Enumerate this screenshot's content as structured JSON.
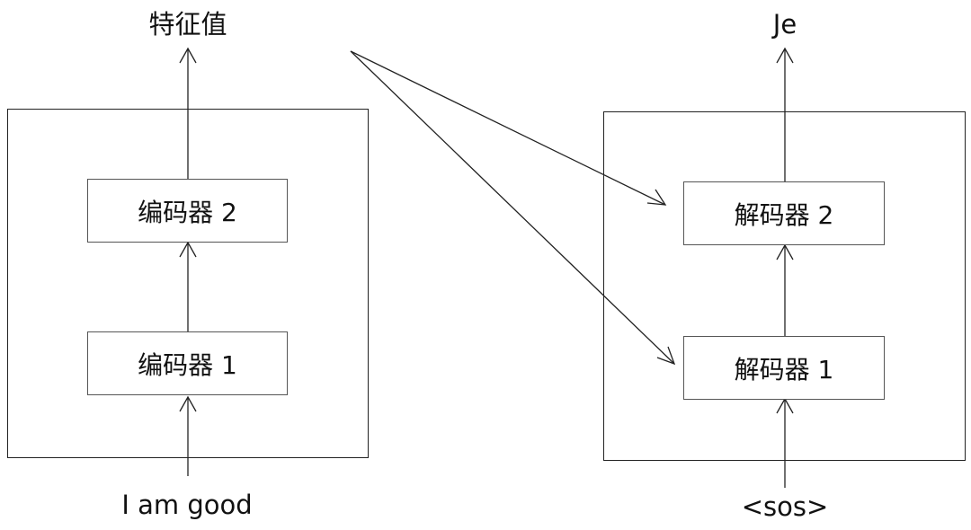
{
  "encoder": {
    "input": "I am good",
    "output": "特征值",
    "blocks": [
      "编码器 1",
      "编码器 2"
    ]
  },
  "decoder": {
    "input": "<sos>",
    "output": "Je",
    "blocks": [
      "解码器 1",
      "解码器 2"
    ]
  },
  "colors": {
    "line": "#222222",
    "block_border": "#555555",
    "text": "#111111"
  }
}
